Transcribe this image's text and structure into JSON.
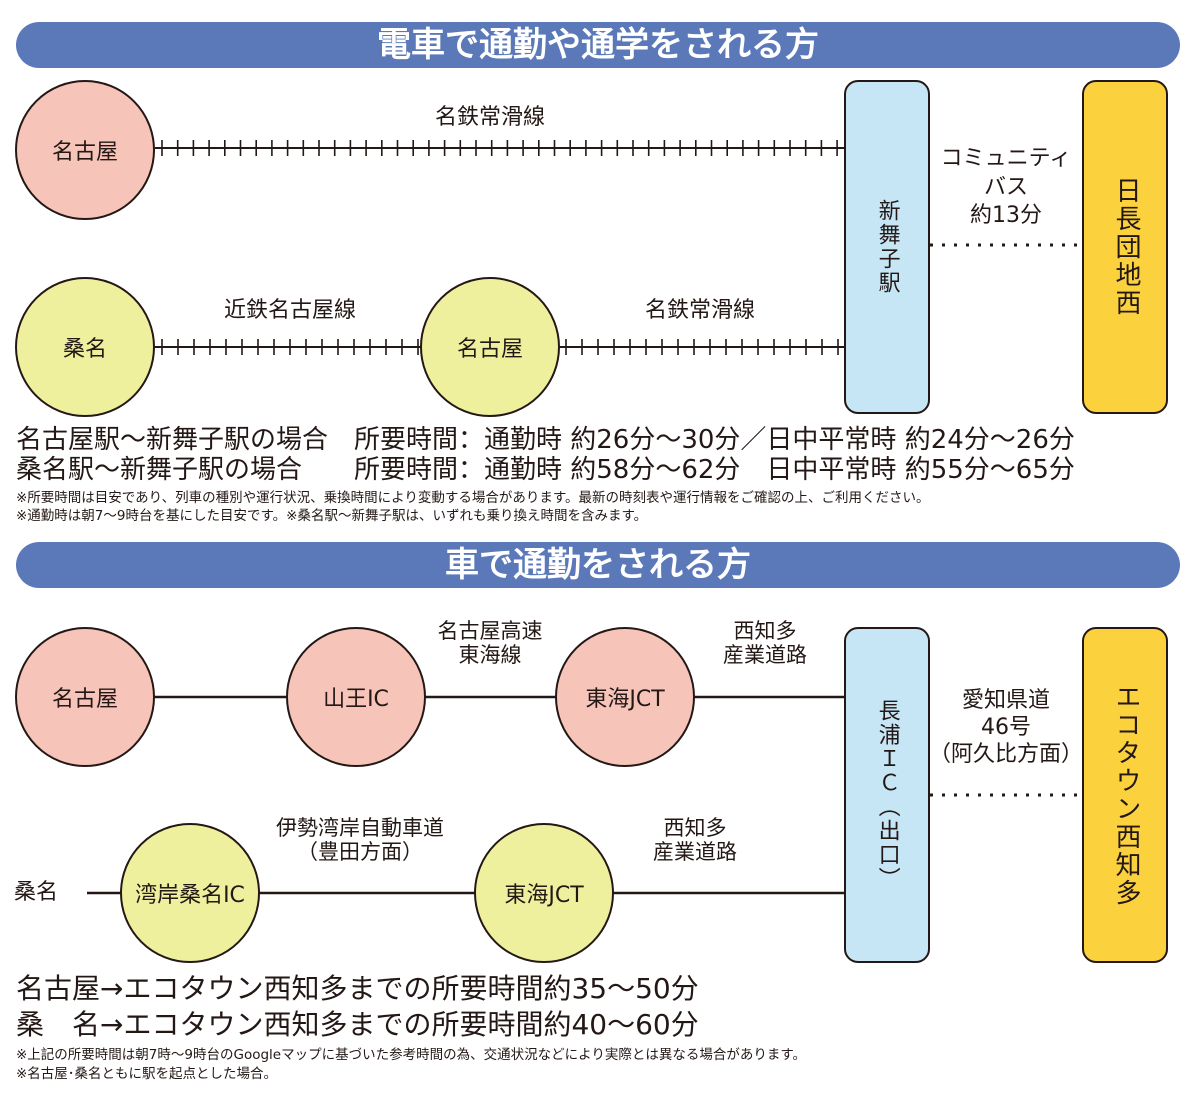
{
  "train": {
    "header": "電車で通勤や通学をされる方",
    "route1": {
      "origin": "名古屋",
      "line": "名鉄常滑線"
    },
    "route2": {
      "origin": "桑名",
      "line1": "近鉄名古屋線",
      "via": "名古屋",
      "line2": "名鉄常滑線"
    },
    "station": "新舞子駅",
    "bus": {
      "line1": "コミュニティ",
      "line2": "バス",
      "line3": "約13分"
    },
    "destination": "日長団地西",
    "times": [
      "名古屋駅～新舞子駅の場合　所要時間：通勤時 約26分～30分／日中平常時 約24分～26分",
      "桑名駅～新舞子駅の場合　　所要時間：通勤時 約58分～62分　日中平常時 約55分～65分"
    ],
    "notes": [
      "※所要時間は目安であり、列車の種別や運行状況、乗換時間により変動する場合があります。最新の時刻表や運行情報をご確認の上、ご利用ください。",
      "※通勤時は朝7～9時台を基にした目安です。※桑名駅～新舞子駅は、いずれも乗り換え時間を含みます。"
    ]
  },
  "car": {
    "header": "車で通勤をされる方",
    "route1": {
      "origin": "名古屋",
      "ic": "山王IC",
      "road1": "名古屋高速\n東海線",
      "jct": "東海JCT",
      "road2": "西知多\n産業道路"
    },
    "route2": {
      "origin": "桑名",
      "ic": "湾岸桑名IC",
      "road1": "伊勢湾岸自動車道\n（豊田方面）",
      "jct": "東海JCT",
      "road2": "西知多\n産業道路"
    },
    "exit": "長浦ＩＣ（出口）",
    "prefroad": "愛知県道\n46号\n（阿久比方面）",
    "destination": "エコタウン西知多",
    "times": [
      "名古屋→エコタウン西知多までの所要時間約35～50分",
      "桑　名→エコタウン西知多までの所要時間約40～60分"
    ],
    "notes": [
      "※上記の所要時間は朝7時～9時台のGoogleマップに基づいた参考時間の為、交通状況などにより実際とは異なる場合があります。",
      "※名古屋･桑名ともに駅を起点とした場合。"
    ]
  },
  "colors": {
    "header": "#5b79b9",
    "pink": "#f6c4b9",
    "yellow": "#eef09e",
    "station": "#c6e5f5",
    "destination": "#fcd13e"
  }
}
